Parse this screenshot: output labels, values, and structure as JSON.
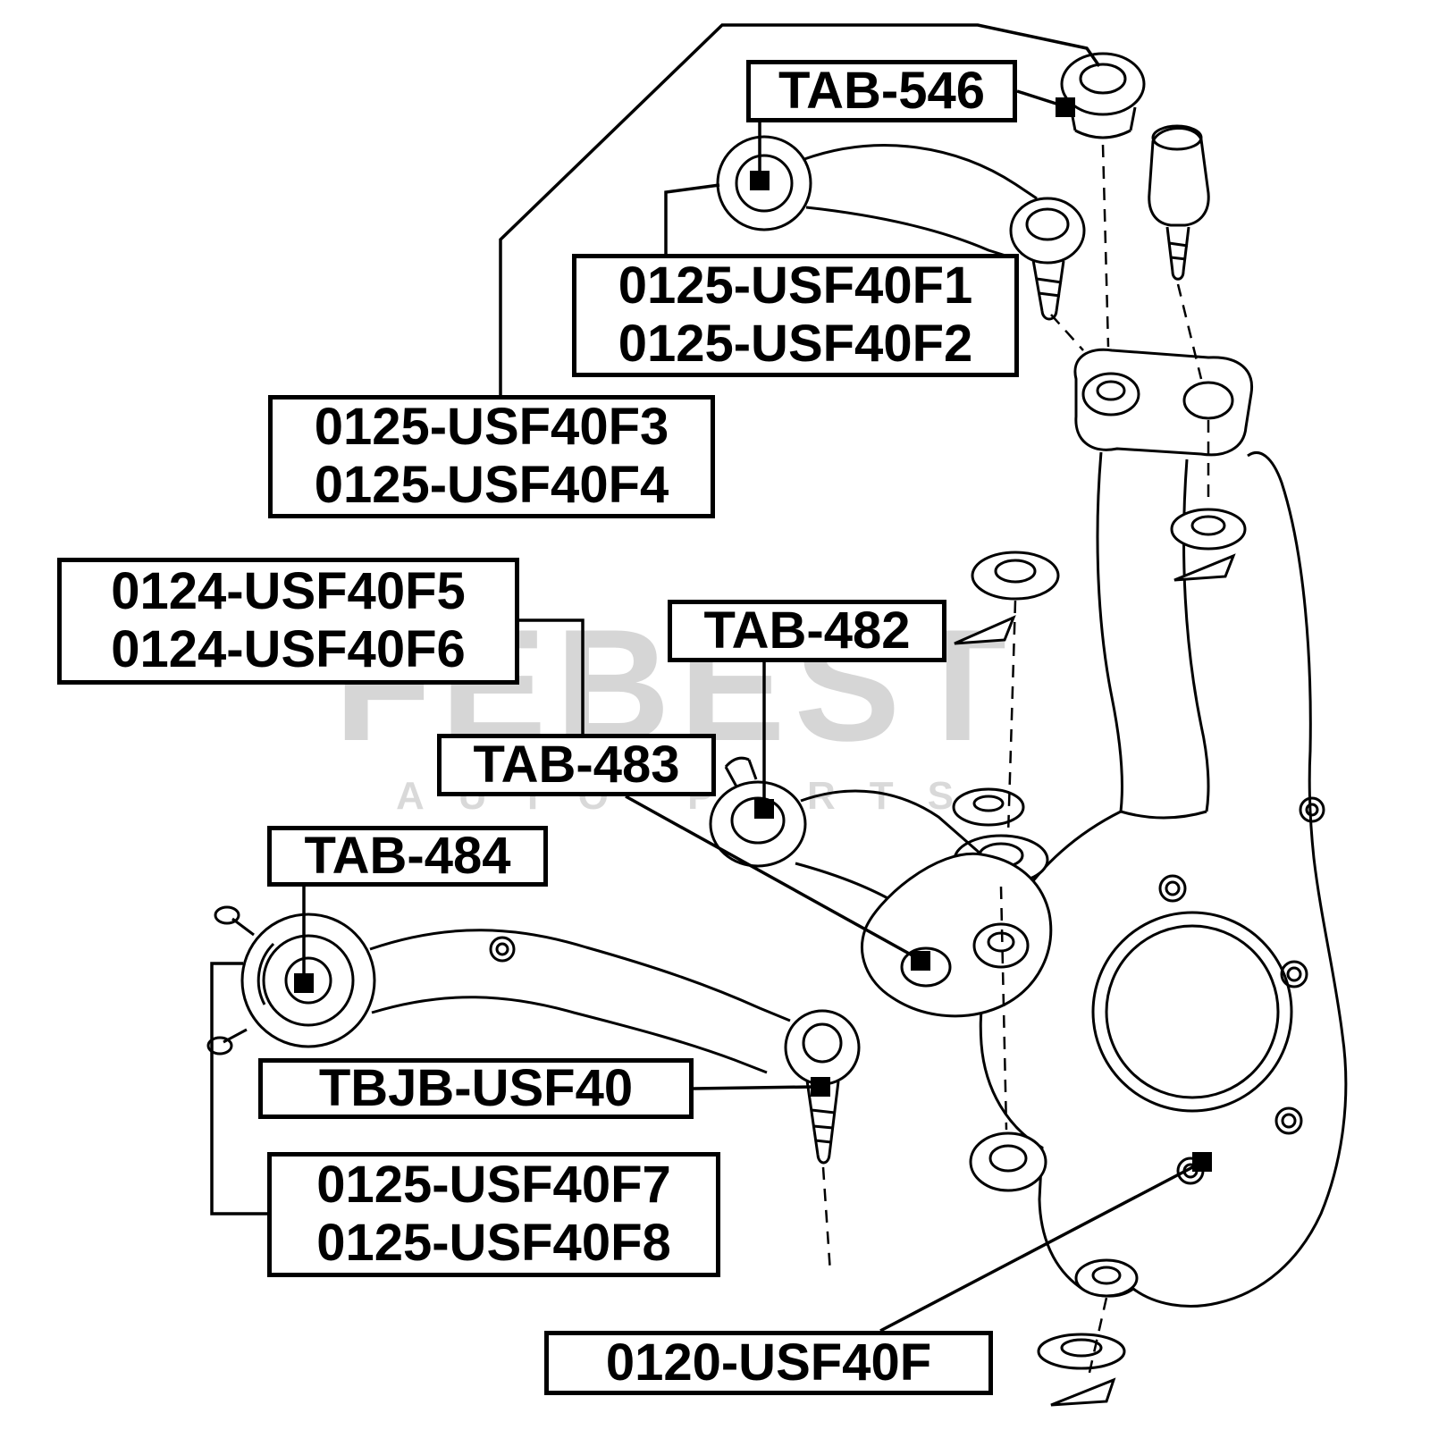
{
  "diagram": {
    "description": "Front suspension exploded parts diagram with catalog part numbers",
    "colors": {
      "line": "#000000",
      "label_border": "#000000",
      "label_background": "#ffffff",
      "label_text": "#000000",
      "watermark": "#d9d9d9",
      "background": "#ffffff"
    },
    "watermark": {
      "brand": "FEBEST",
      "subtitle": "AUTO PARTS"
    },
    "labels": [
      {
        "id": "tab-546",
        "lines": [
          "TAB-546"
        ]
      },
      {
        "id": "0125-usf40f1-2",
        "lines": [
          "0125-USF40F1",
          "0125-USF40F2"
        ]
      },
      {
        "id": "0125-usf40f3-4",
        "lines": [
          "0125-USF40F3",
          "0125-USF40F4"
        ]
      },
      {
        "id": "0124-usf40f5-6",
        "lines": [
          "0124-USF40F5",
          "0124-USF40F6"
        ]
      },
      {
        "id": "tab-482",
        "lines": [
          "TAB-482"
        ]
      },
      {
        "id": "tab-483",
        "lines": [
          "TAB-483"
        ]
      },
      {
        "id": "tab-484",
        "lines": [
          "TAB-484"
        ]
      },
      {
        "id": "tbjb-usf40",
        "lines": [
          "TBJB-USF40"
        ]
      },
      {
        "id": "0125-usf40f7-8",
        "lines": [
          "0125-USF40F7",
          "0125-USF40F8"
        ]
      },
      {
        "id": "0120-usf40f",
        "lines": [
          "0120-USF40F"
        ]
      }
    ]
  }
}
